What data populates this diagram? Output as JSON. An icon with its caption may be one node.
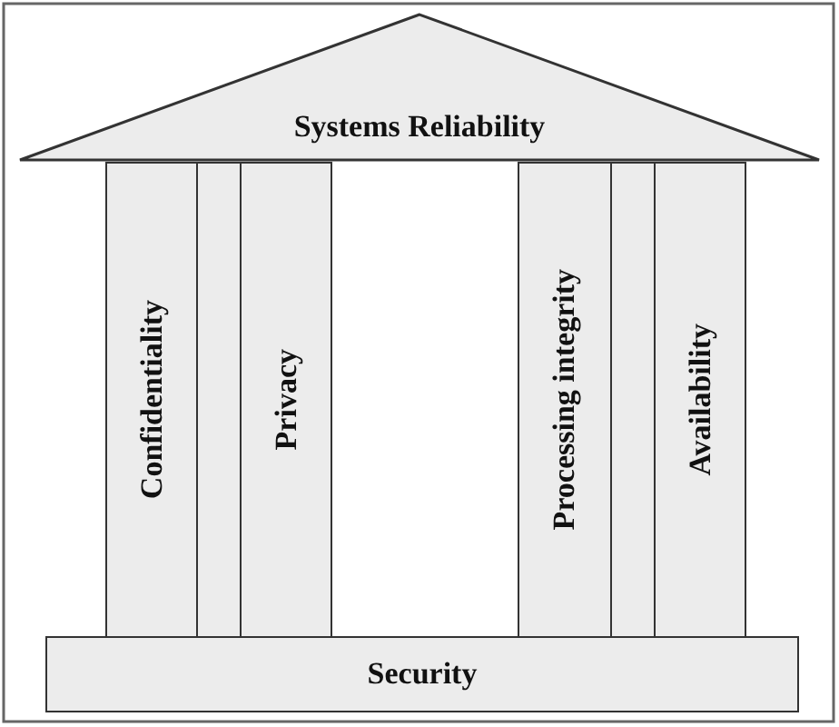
{
  "diagram": {
    "nodes": [
      {
        "text": [
          "Systems Reliability"
        ]
      },
      {
        "text": [
          "Confidentiality"
        ]
      },
      {
        "text": [],
        "shape": "box"
      },
      {
        "text": [
          "Privacy"
        ]
      },
      {
        "text": [
          "Processing integrity"
        ]
      },
      {
        "text": [],
        "shape": "box"
      },
      {
        "text": [
          "Availability"
        ]
      },
      {
        "text": [
          "Security"
        ]
      }
    ]
  }
}
